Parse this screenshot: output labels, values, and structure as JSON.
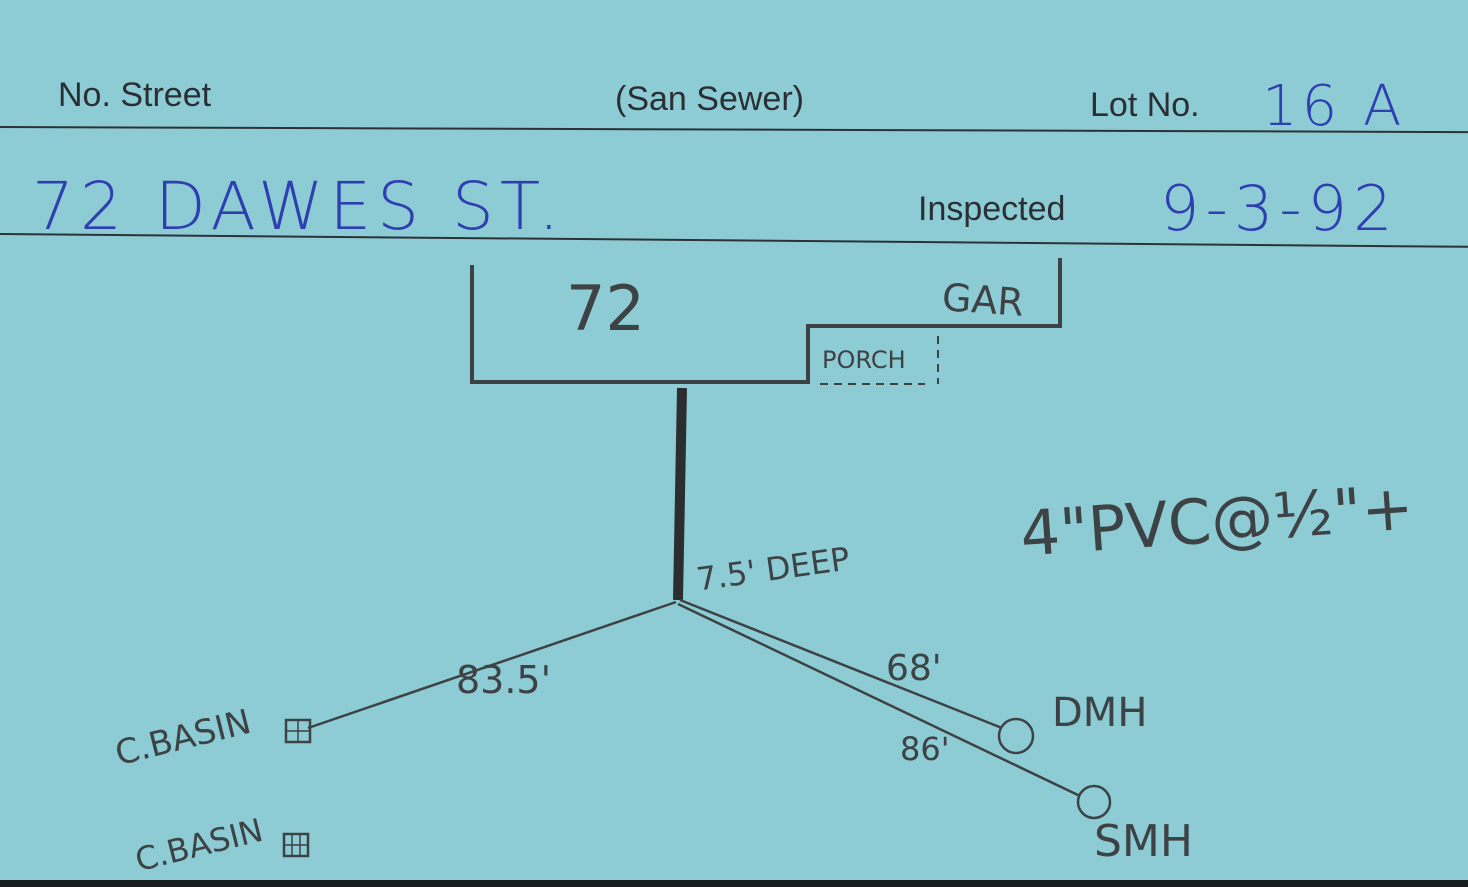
{
  "header": {
    "street_label": "No. Street",
    "type_label": "(San Sewer)",
    "lot_label": "Lot No.",
    "lot_value": "16 A",
    "inspected_label": "Inspected"
  },
  "record": {
    "address": "72 DAWES ST.",
    "inspected_date": "9-3-92"
  },
  "sketch": {
    "house_number": "72",
    "garage_label": "GAR",
    "porch_label": "PORCH",
    "pipe_note": "4\"PVC@½\"+",
    "depth_label": "7.5' DEEP",
    "dist_cbasin": "83.5'",
    "dist_dmh": "68'",
    "dist_smh": "86'",
    "cbasin_label_1": "C.BASIN",
    "cbasin_label_2": "C.BASIN",
    "dmh_label": "DMH",
    "smh_label": "SMH"
  },
  "colors": {
    "card": "#8dccd4",
    "ink_blue": "#2f3fb0",
    "pencil": "#3d4245",
    "print": "#2a2f33"
  }
}
